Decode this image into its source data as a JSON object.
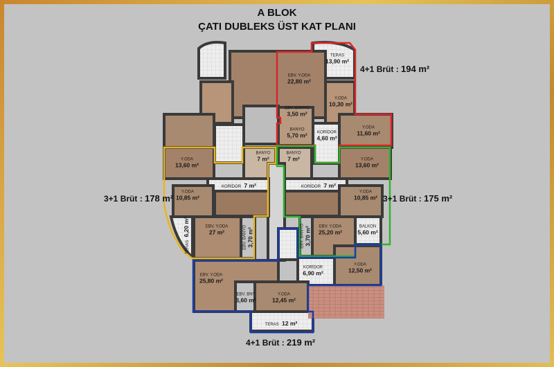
{
  "title": "A BLOK",
  "subtitle": "ÇATI DUBLEKS ÜST KAT PLANI",
  "units": [
    {
      "type": "4+1",
      "label": "Brüt :",
      "area": "194 m²",
      "color": "#d8262a"
    },
    {
      "type": "3+1",
      "label": "Brüt :",
      "area": "178 m²",
      "color": "#e8b520"
    },
    {
      "type": "3+1",
      "label": "Brüt :",
      "area": "175 m²",
      "color": "#2fb32f"
    },
    {
      "type": "4+1",
      "label": "Brüt :",
      "area": "219 m²",
      "color": "#1a3ca8"
    }
  ],
  "rooms": [
    {
      "name": "TERAS",
      "area": "13,90 m²"
    },
    {
      "name": "EBV. Y.ODA",
      "area": "22,80 m²"
    },
    {
      "name": "Y.ODA",
      "area": "10,30 m²"
    },
    {
      "name": "EBV. BANYO",
      "area": "3,50 m²"
    },
    {
      "name": "BANYO",
      "area": "5,70 m²"
    },
    {
      "name": "KORİDOR",
      "area": "4,60 m²"
    },
    {
      "name": "Y.ODA",
      "area": "11,60 m²"
    },
    {
      "name": "BANYO",
      "area": "7 m²"
    },
    {
      "name": "BANYO",
      "area": "7 m²"
    },
    {
      "name": "Y.ODA",
      "area": "13,60 m²"
    },
    {
      "name": "Y.ODA",
      "area": "13,60 m²"
    },
    {
      "name": "KORİDOR",
      "area": "7 m²"
    },
    {
      "name": "KORİDOR",
      "area": "7 m²"
    },
    {
      "name": "Y.ODA",
      "area": "10,85 m²"
    },
    {
      "name": "Y.ODA",
      "area": "10,85 m²"
    },
    {
      "name": "TERAS",
      "area": "6,20 m²"
    },
    {
      "name": "EBV. Y.ODA",
      "area": "27 m²"
    },
    {
      "name": "EBV. BANYO",
      "area": "3,70 m²"
    },
    {
      "name": "EBV. BANYO",
      "area": "3,70 m²"
    },
    {
      "name": "EBV. Y.ODA",
      "area": "25,20 m²"
    },
    {
      "name": "BALKON",
      "area": "5,60 m²"
    },
    {
      "name": "KORİDOR",
      "area": "6,90 m²"
    },
    {
      "name": "Y.ODA",
      "area": "12,50 m²"
    },
    {
      "name": "EBV. Y.ODA",
      "area": "25,80 m²"
    },
    {
      "name": "EBV. BNY",
      "area": "3,60 m²"
    },
    {
      "name": "Y.ODA",
      "area": "12,45 m²"
    },
    {
      "name": "TERAS",
      "area": "12 m²"
    }
  ]
}
